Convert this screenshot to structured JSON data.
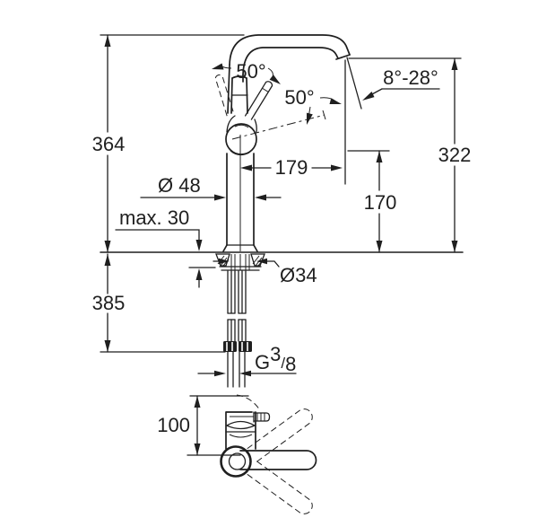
{
  "drawing": {
    "labels": {
      "height_total": "364",
      "height_below_deck": "385",
      "spout_height": "322",
      "outlet_height": "170",
      "spout_reach": "179",
      "body_diameter": "Ø 48",
      "deck_thickness_max": "max. 30",
      "hole_diameter": "Ø34",
      "handle_angle_left": "50°",
      "handle_angle_right": "50°",
      "outlet_angle_range": "8°-28°",
      "top_view_depth": "100",
      "thread": {
        "prefix": "G",
        "numerator": "3",
        "slash": "/",
        "denominator": "8"
      }
    },
    "colors": {
      "line": "#1f1f1f",
      "background": "#ffffff"
    }
  }
}
